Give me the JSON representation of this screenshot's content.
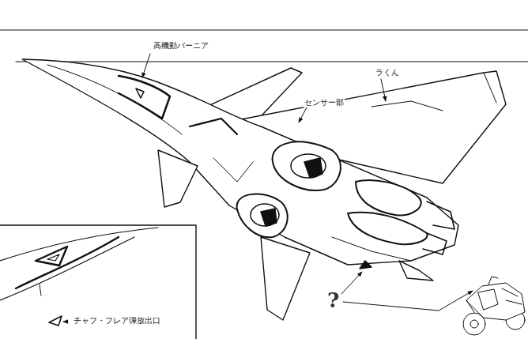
{
  "diagram": {
    "labels": [
      "高機動バーニア",
      "センサー部",
      "ラくん",
      "チャフ・フレア弾放出口",
      "?"
    ]
  }
}
